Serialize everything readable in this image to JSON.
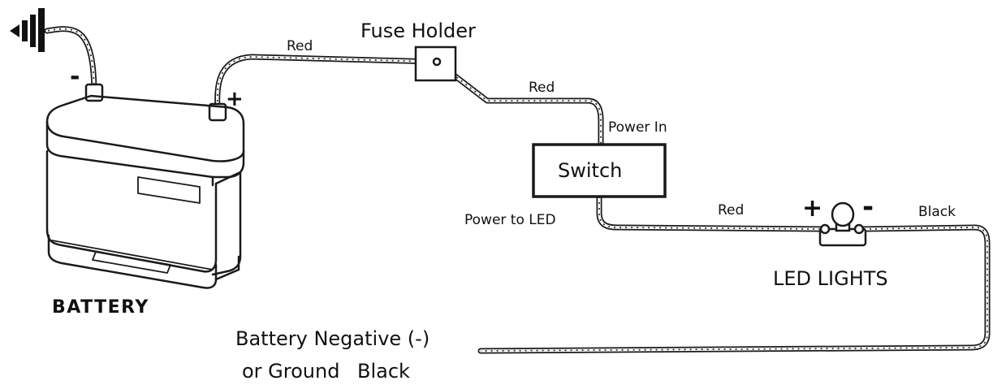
{
  "labels": {
    "battery": "BATTERY",
    "fuse_holder": "Fuse Holder",
    "wire_red_1": "Red",
    "wire_red_2": "Red",
    "wire_red_3": "Red",
    "wire_black_1": "Black",
    "power_in": "Power In",
    "switch": "Switch",
    "power_to_led": "Power to LED",
    "led_lights": "LED LIGHTS",
    "ground_line_1": "Battery Negative (-)",
    "ground_line_2": "or Ground",
    "ground_line_2_suffix": "Black",
    "battery_neg_sign": "-",
    "battery_pos_sign": "+",
    "led_pos_sign": "+",
    "led_neg_sign": "-"
  },
  "icons": {
    "ground": "ground-icon",
    "battery": "battery-icon",
    "fuse": "fuse-holder-icon",
    "led": "led-bulb-icon"
  },
  "colors": {
    "stroke": "#1a1a1a",
    "background": "#ffffff"
  }
}
